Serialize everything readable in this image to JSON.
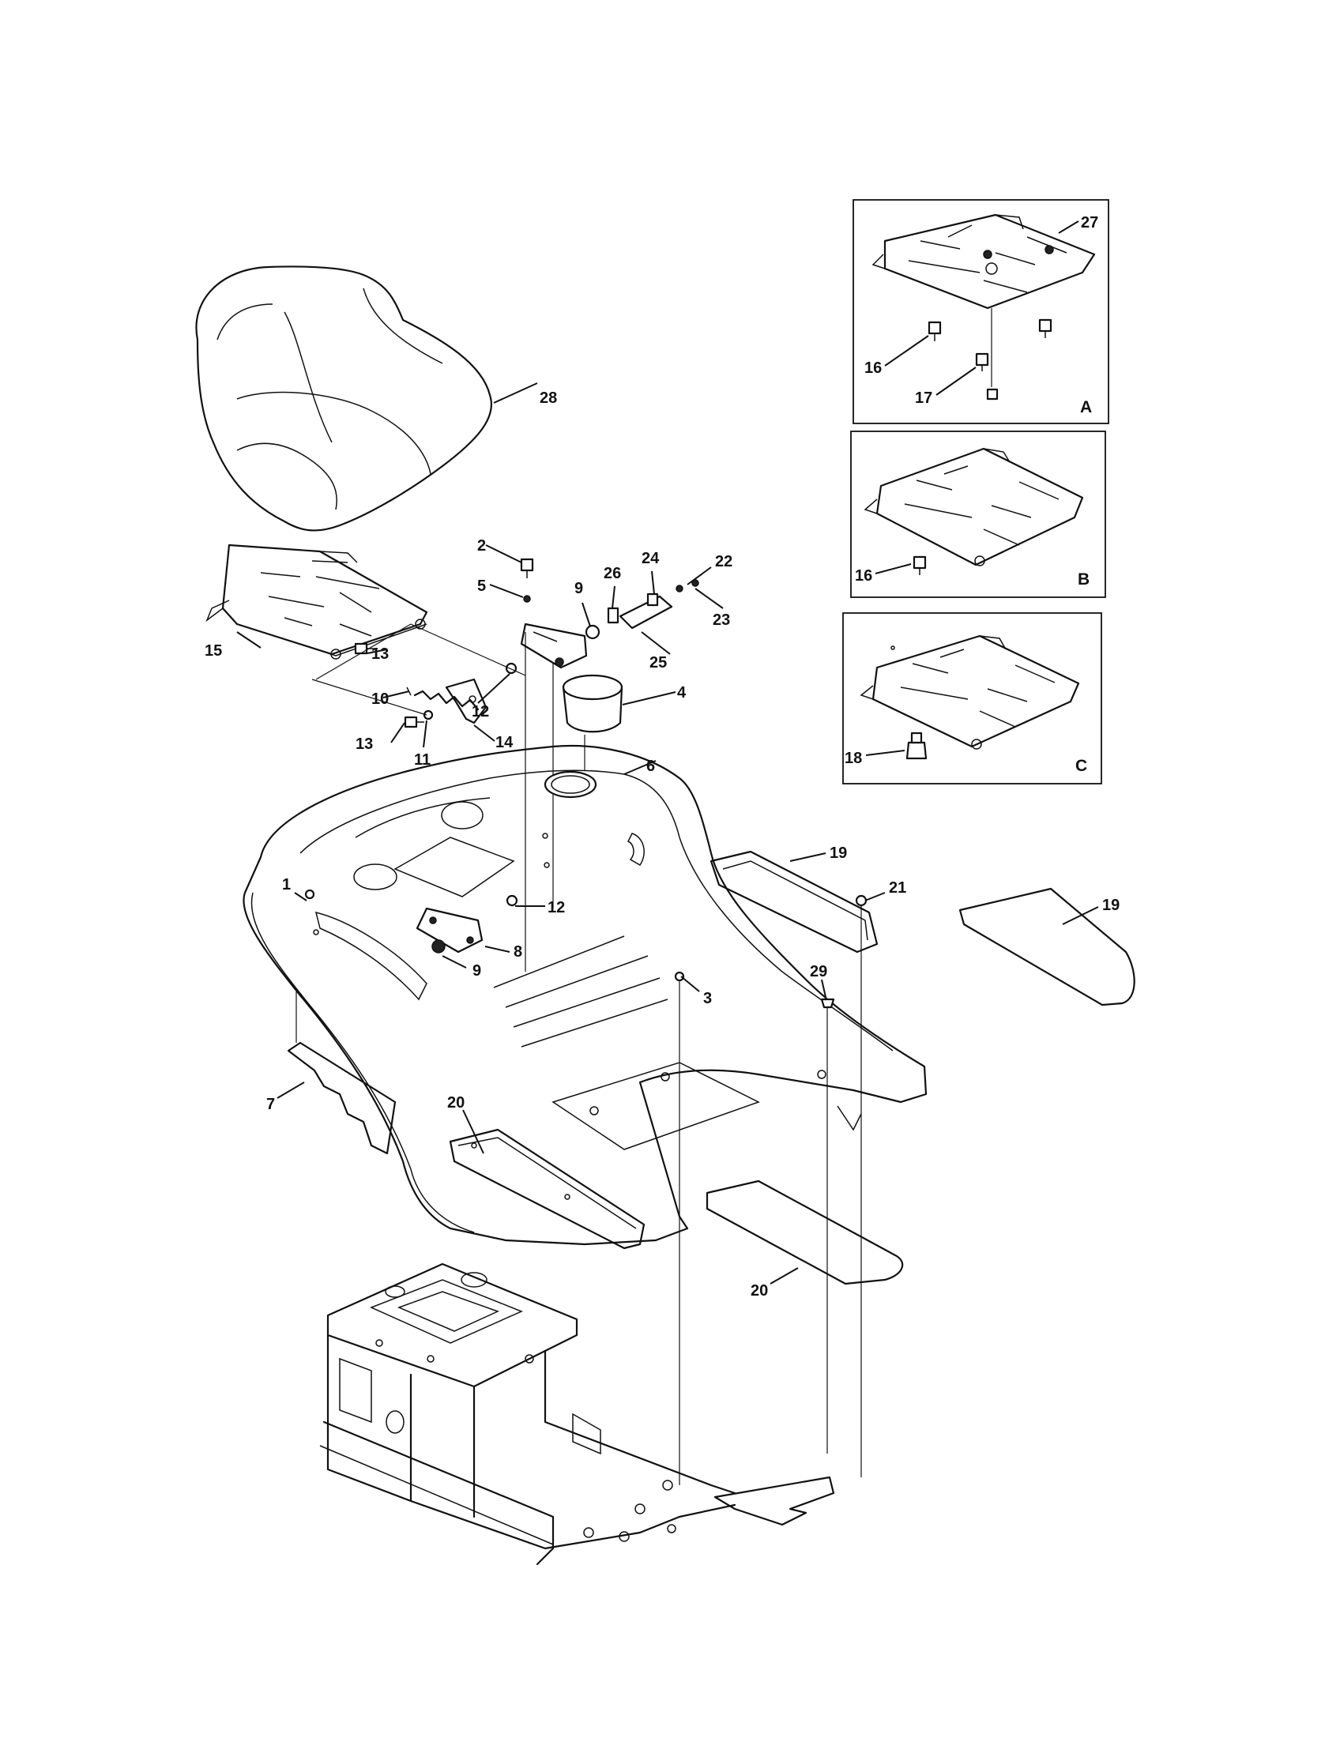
{
  "callouts": {
    "c1": "1",
    "c2": "2",
    "c3": "3",
    "c4": "4",
    "c5": "5",
    "c6": "6",
    "c7": "7",
    "c8": "8",
    "c9a": "9",
    "c9b": "9",
    "c10": "10",
    "c11": "11",
    "c12a": "12",
    "c12b": "12",
    "c13a": "13",
    "c13b": "13",
    "c14": "14",
    "c15": "15",
    "c16a": "16",
    "c16b": "16",
    "c17": "17",
    "c18": "18",
    "c19a": "19",
    "c19b": "19",
    "c20a": "20",
    "c20b": "20",
    "c21": "21",
    "c22": "22",
    "c23": "23",
    "c24": "24",
    "c25": "25",
    "c26": "26",
    "c27": "27",
    "c28": "28",
    "c29": "29"
  },
  "panels": {
    "a": "A",
    "b": "B",
    "c": "C"
  }
}
